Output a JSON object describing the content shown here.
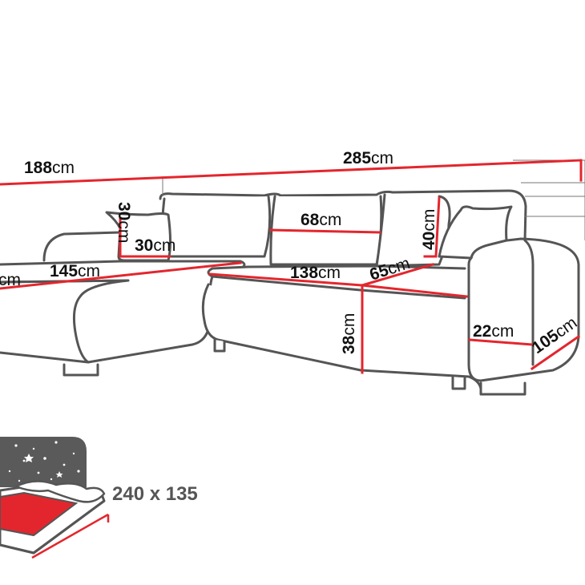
{
  "dimensions": {
    "total_width": {
      "value": "285",
      "unit": "cm"
    },
    "chaise_width": {
      "value": "188",
      "unit": "cm"
    },
    "chaise_length": {
      "value": "145",
      "unit": "cm"
    },
    "chaise_left_cut": {
      "value": "",
      "unit": "cm"
    },
    "pillow_height": {
      "value": "30",
      "unit": "cm"
    },
    "pillow_width": {
      "value": "30",
      "unit": "cm"
    },
    "back_cushion_width": {
      "value": "68",
      "unit": "cm"
    },
    "back_height": {
      "value": "40",
      "unit": "cm"
    },
    "seat_width": {
      "value": "138",
      "unit": "cm"
    },
    "seat_depth": {
      "value": "65",
      "unit": "cm"
    },
    "seat_height": {
      "value": "38",
      "unit": "cm"
    },
    "armrest_width": {
      "value": "22",
      "unit": "cm"
    },
    "total_depth": {
      "value": "105",
      "unit": "cm"
    }
  },
  "bed": {
    "size_label": "240 x 135"
  },
  "colors": {
    "outline": "#555555",
    "measure_line": "#e3262d",
    "bed_mattress": "#e3262d",
    "night_panel": "#5a5a5a"
  },
  "icons": [
    "sofa-bed-icon",
    "stars-icon"
  ]
}
